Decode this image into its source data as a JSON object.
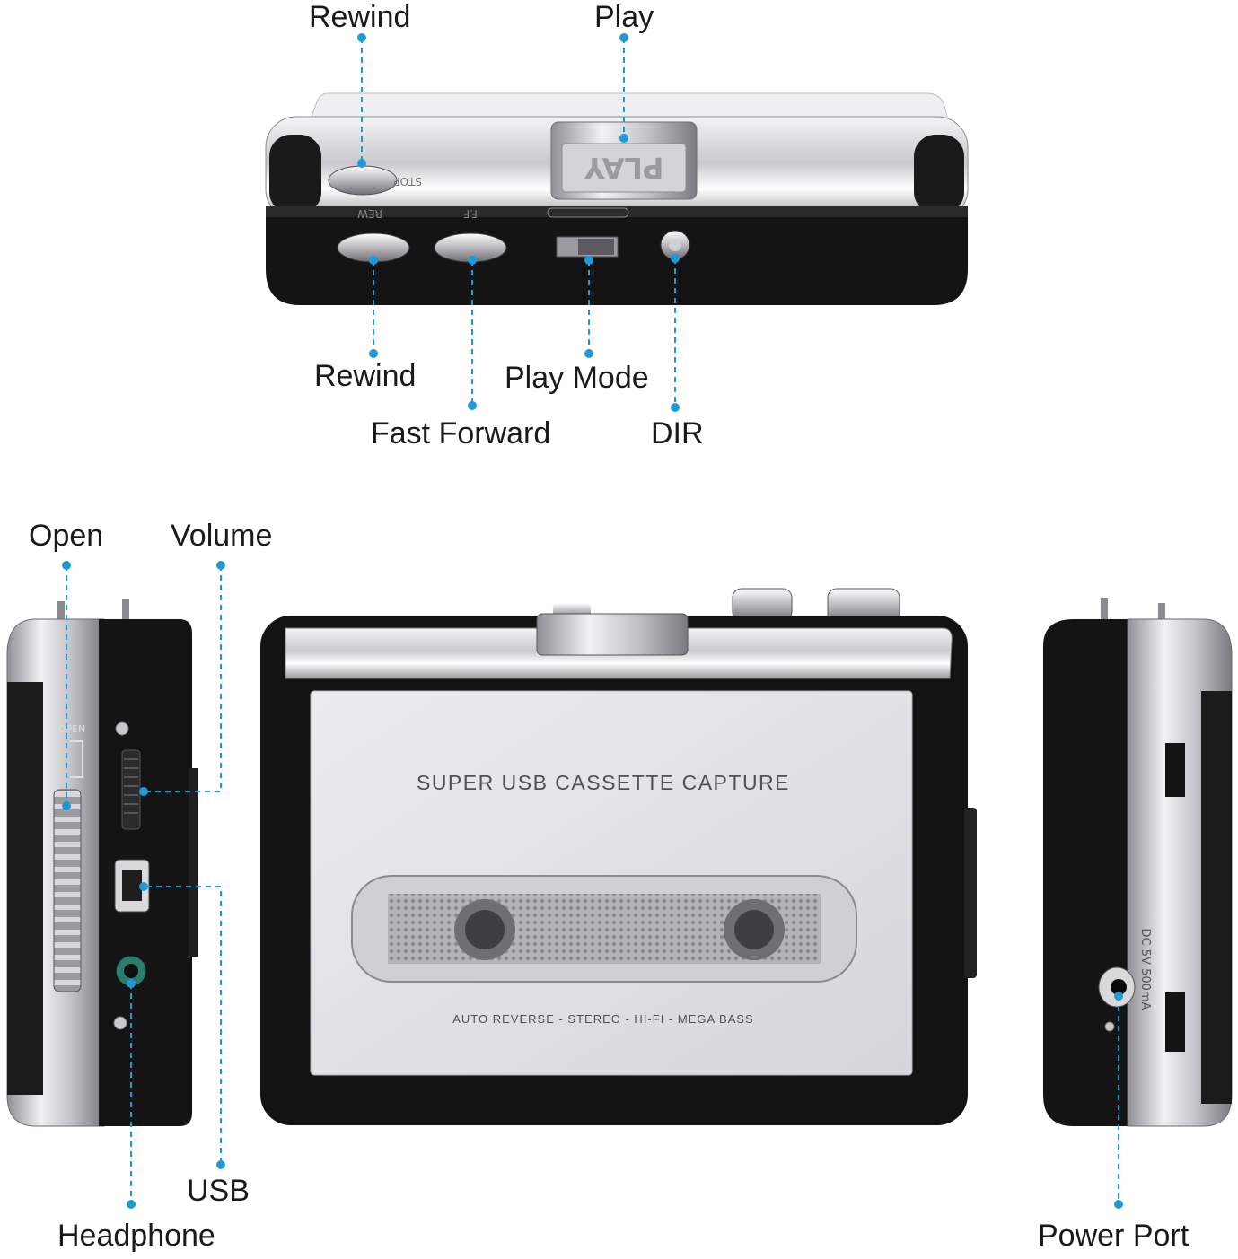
{
  "labels": {
    "rewind_top": "Rewind",
    "play": "Play",
    "rewind_bottom": "Rewind",
    "fast_forward": "Fast Forward",
    "play_mode": "Play Mode",
    "dir": "DIR",
    "open": "Open",
    "volume": "Volume",
    "usb": "USB",
    "headphone": "Headphone",
    "power_port": "Power Port"
  },
  "device": {
    "play_key": "PLAY",
    "stop_key": "STOP",
    "rew_key": "REW",
    "ff_key": "F.F",
    "open_tab": "OPEN",
    "front_title": "SUPER USB CASSETTE CAPTURE",
    "front_subtitle": "AUTO REVERSE - STEREO - HI-FI - MEGA BASS",
    "power_spec": "DC 5V 500mA"
  },
  "colors": {
    "callout": "#1e9ad8",
    "body_black": "#141414",
    "chrome": "#d9d9dc",
    "panel": "#e6e6ea"
  }
}
